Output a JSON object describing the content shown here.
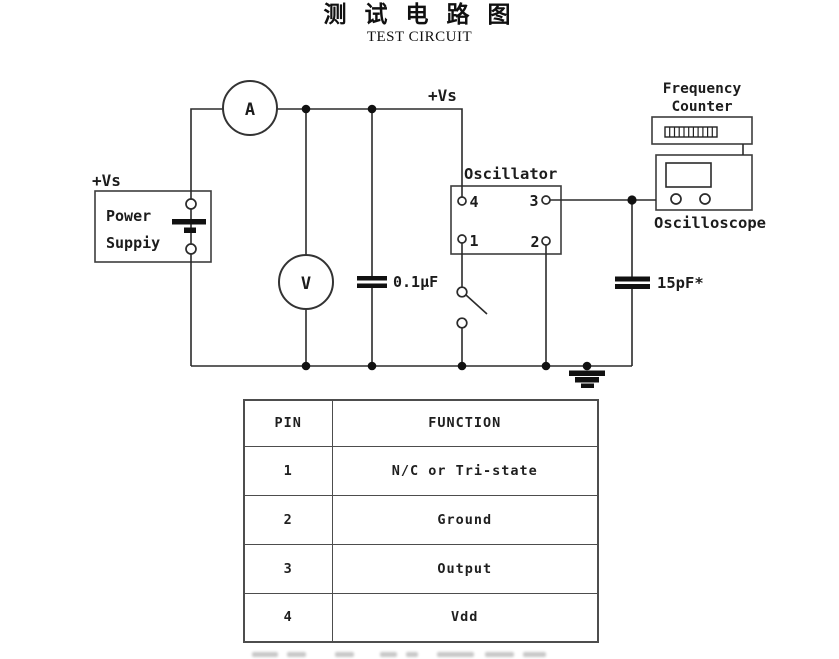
{
  "header": {
    "title_cn": "测 试 电 路 图",
    "title_en": "TEST CIRCUIT"
  },
  "circuit": {
    "vs_top_label": "+Vs",
    "power_supply": {
      "vs_label": "+Vs",
      "name_line1": "Power",
      "name_line2": "Suppiy"
    },
    "ammeter_label": "A",
    "voltmeter_label": "V",
    "cap1_label": "0.1µF",
    "cap2_label": "15pF*",
    "oscillator": {
      "title": "Oscillator",
      "pin1": "1",
      "pin2": "2",
      "pin3": "3",
      "pin4": "4"
    },
    "frequency_counter": {
      "line1": "Frequency",
      "line2": "Counter"
    },
    "oscilloscope_label": "Oscilloscope"
  },
  "pin_table": {
    "headers": [
      "PIN",
      "FUNCTION"
    ],
    "rows": [
      [
        "1",
        "N/C or Tri-state"
      ],
      [
        "2",
        "Ground"
      ],
      [
        "3",
        "Output"
      ],
      [
        "4",
        "Vdd"
      ]
    ]
  }
}
